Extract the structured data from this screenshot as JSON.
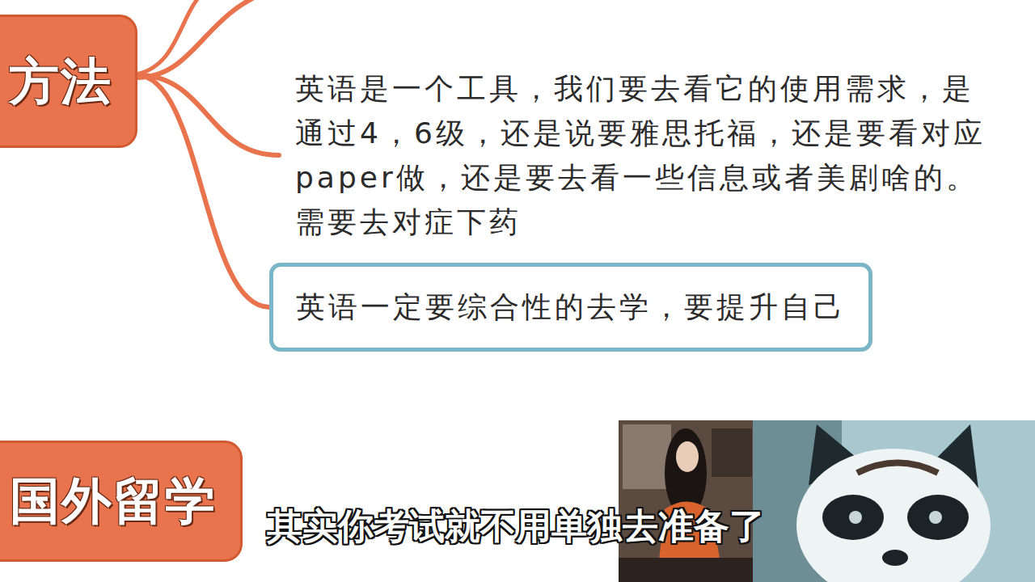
{
  "diagram": {
    "nodes": [
      {
        "text": [
          "方法"
        ]
      },
      {
        "text": [
          "英语是一个工具，我们要去看它的使用需求，是 通过4，6级，还是说要雅思托福，还是要看对应 paper做，还是要去看一些信息或者美剧啥的。 需要去对症下药"
        ]
      },
      {
        "text": [
          "英语一定要综合性的去学，要提升自己"
        ]
      },
      {
        "text": [
          "国外留学"
        ]
      }
    ],
    "edges": [
      {
        "from": 0,
        "to": 1,
        "arrow": "none"
      },
      {
        "from": 0,
        "to": 2,
        "arrow": "none"
      }
    ],
    "labels": [
      "其实你考试就不用单独去准备了"
    ]
  }
}
